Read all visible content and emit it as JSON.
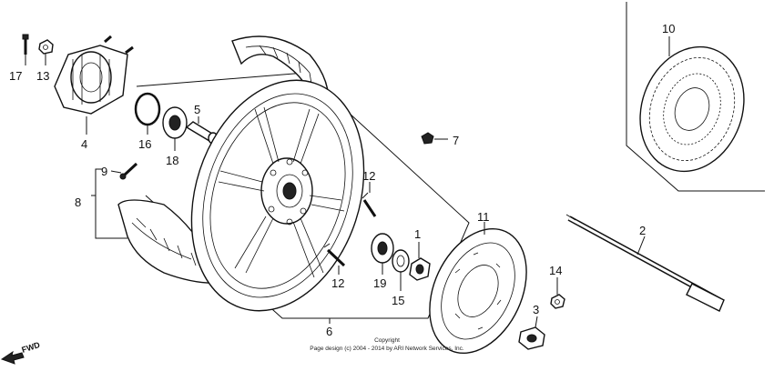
{
  "callouts": [
    {
      "id": "17",
      "text": "17"
    },
    {
      "id": "13",
      "text": "13"
    },
    {
      "id": "4",
      "text": "4"
    },
    {
      "id": "16",
      "text": "16"
    },
    {
      "id": "18",
      "text": "18"
    },
    {
      "id": "5",
      "text": "5"
    },
    {
      "id": "9",
      "text": "9"
    },
    {
      "id": "8",
      "text": "8"
    },
    {
      "id": "7",
      "text": "7"
    },
    {
      "id": "12a",
      "text": "12"
    },
    {
      "id": "12b",
      "text": "12"
    },
    {
      "id": "1",
      "text": "1"
    },
    {
      "id": "19",
      "text": "19"
    },
    {
      "id": "15",
      "text": "15"
    },
    {
      "id": "6",
      "text": "6"
    },
    {
      "id": "11",
      "text": "11"
    },
    {
      "id": "10",
      "text": "10"
    },
    {
      "id": "2",
      "text": "2"
    },
    {
      "id": "14",
      "text": "14"
    },
    {
      "id": "3",
      "text": "3"
    }
  ],
  "fwd_label": "FWD",
  "copyright_line1": "Copyright",
  "copyright_line2": "Page design (c) 2004 - 2014 by ARI Network Services, Inc."
}
